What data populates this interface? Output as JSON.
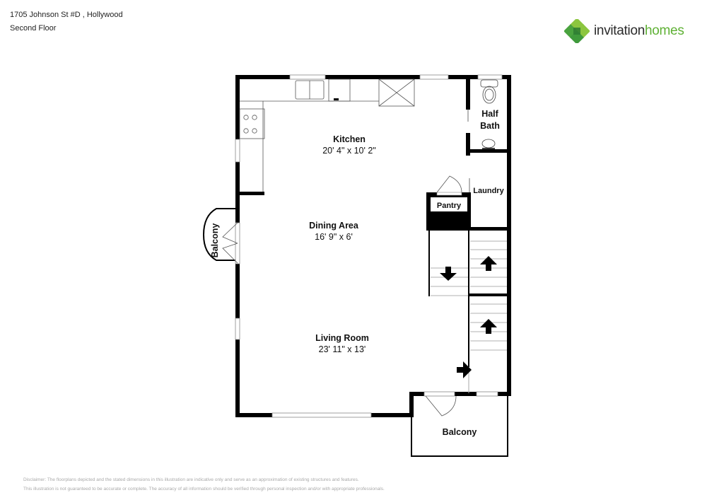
{
  "header": {
    "address": "1705 Johnson St #D , Hollywood",
    "floor": "Second Floor"
  },
  "brand": {
    "name_part1": "invitation",
    "name_part2": "homes",
    "logo_icon": "four-leaf-diamond-logo",
    "colors": {
      "dark_green": "#3f9a3c",
      "light_green": "#8cc63f",
      "text_gray": "#2b2b2b"
    }
  },
  "rooms": {
    "kitchen": {
      "name": "Kitchen",
      "dims": "20' 4\" x 10' 2\""
    },
    "dining": {
      "name": "Dining Area",
      "dims": "16' 9\" x 6'"
    },
    "living": {
      "name": "Living Room",
      "dims": "23' 11\" x 13'"
    },
    "half_bath": {
      "name_line1": "Half",
      "name_line2": "Bath"
    },
    "laundry": {
      "name": "Laundry"
    },
    "pantry": {
      "name": "Pantry"
    },
    "balcony_left": {
      "name": "Balcony"
    },
    "balcony_bottom": {
      "name": "Balcony"
    }
  },
  "disclaimer": {
    "line1": "Disclaimer: The floorplans depicted and the stated dimensions in this illustration are indicative only and serve as an approximation of existing structures and features.",
    "line2": "This illustration is not guaranteed to be accurate or complete. The accuracy of all information should be verified through personal inspection and/or with appropriate professionals."
  }
}
